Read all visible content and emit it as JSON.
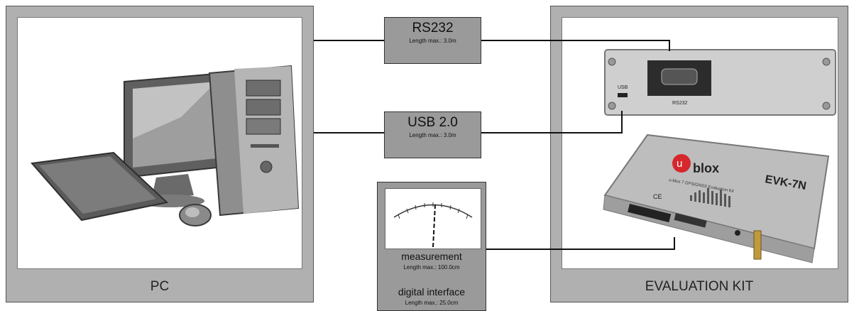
{
  "pc": {
    "label": "PC"
  },
  "kit": {
    "label": "EVALUATION KIT"
  },
  "connections": {
    "rs232": {
      "title": "RS232",
      "subtitle": "Length max.: 3.0m"
    },
    "usb": {
      "title": "USB 2.0",
      "subtitle": "Length max.: 3.0m"
    },
    "measurement": {
      "title": "measurement",
      "subtitle": "Length max.: 100.0cm",
      "title2": "digital interface",
      "subtitle2": "Length max.: 25.0cm"
    }
  },
  "device_labels": {
    "usb_port": "USB",
    "rs232_port": "RS232",
    "brand": "blox",
    "brand_u": "u",
    "model": "EVK-7N",
    "product": "u-blox 7 GPS/GNSS Evaluation Kit",
    "ce": "CE"
  },
  "colors": {
    "panel_frame": "#b0b0b0",
    "connector_box": "#9a9a9a",
    "wire": "#111111"
  }
}
